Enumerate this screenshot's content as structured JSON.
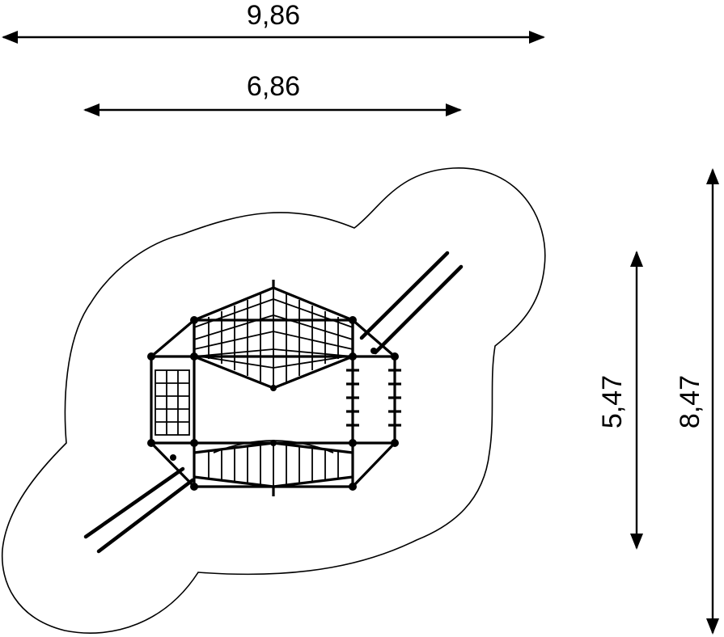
{
  "dimensions": {
    "overall_width": "9,86",
    "structure_width": "6,86",
    "structure_depth": "5,47",
    "overall_depth": "8,47"
  },
  "colors": {
    "line": "#000000",
    "background": "#ffffff"
  }
}
